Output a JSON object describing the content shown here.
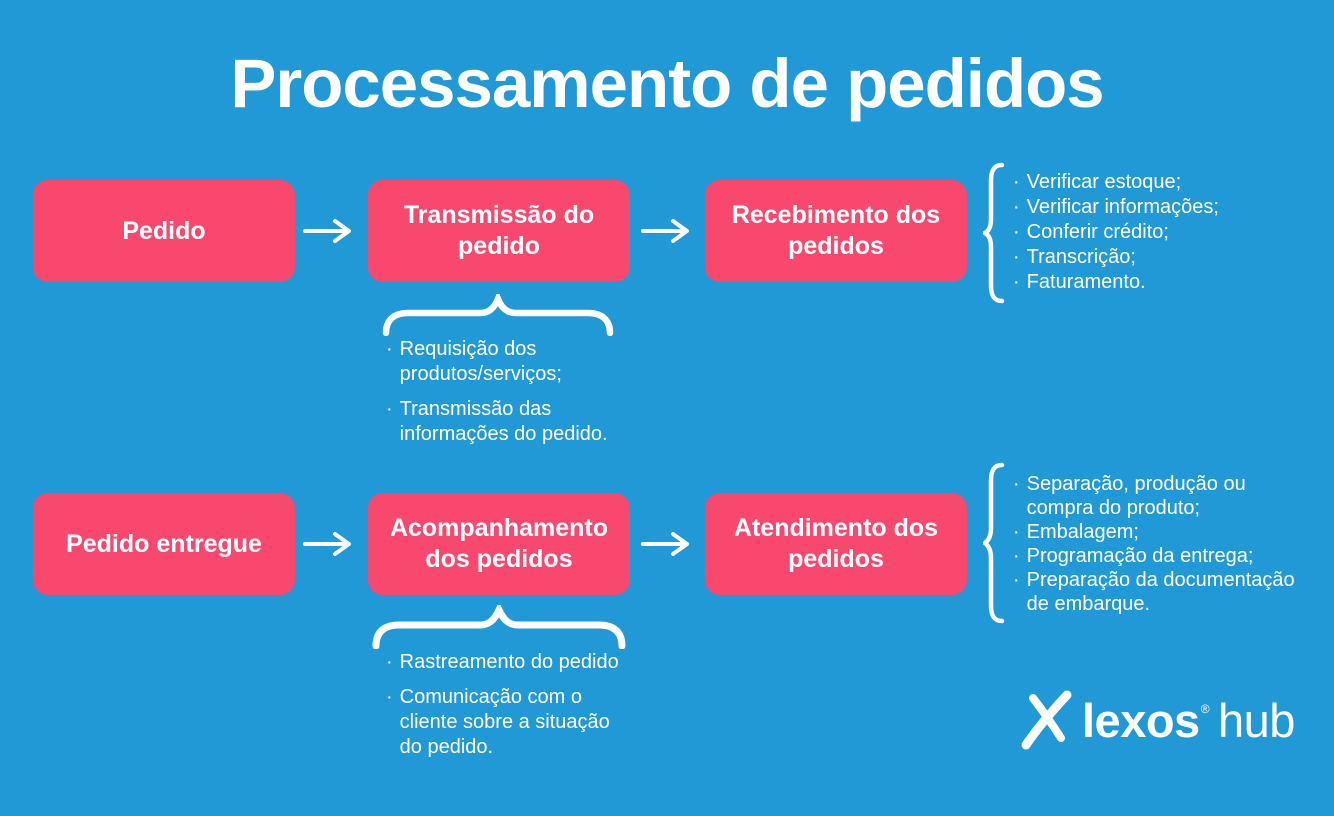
{
  "title": "Processamento de pedidos",
  "bullet": "·",
  "colors": {
    "background": "#2199d6",
    "box": "#f8486e",
    "text": "#ffffff"
  },
  "row1": {
    "box1": "Pedido",
    "box2": "Transmissão do pedido",
    "box3": "Recebimento dos pedidos",
    "brace_list": [
      [
        "Verificar estoque;"
      ],
      [
        "Verificar informações;"
      ],
      [
        "Conferir crédito;"
      ],
      [
        "Transcrição;"
      ],
      [
        "Faturamento."
      ]
    ],
    "sub_list": [
      [
        "Requisição dos",
        "produtos/serviços;"
      ],
      [
        "Transmissão das",
        "informações do pedido."
      ]
    ]
  },
  "row2": {
    "box1": "Pedido entregue",
    "box2": "Acompanhamento dos pedidos",
    "box3": "Atendimento dos pedidos",
    "brace_list": [
      [
        "Separação, produção ou",
        "compra do produto;"
      ],
      [
        "Embalagem;"
      ],
      [
        "Programação da entrega;"
      ],
      [
        "Preparação da documentação",
        "de embarque."
      ]
    ],
    "sub_list": [
      [
        "Rastreamento do pedido"
      ],
      [
        "Comunicação com o",
        "cliente sobre a situação",
        "do pedido."
      ]
    ]
  },
  "logo": {
    "brand": "lexos",
    "registered": "®",
    "suffix": "hub"
  }
}
